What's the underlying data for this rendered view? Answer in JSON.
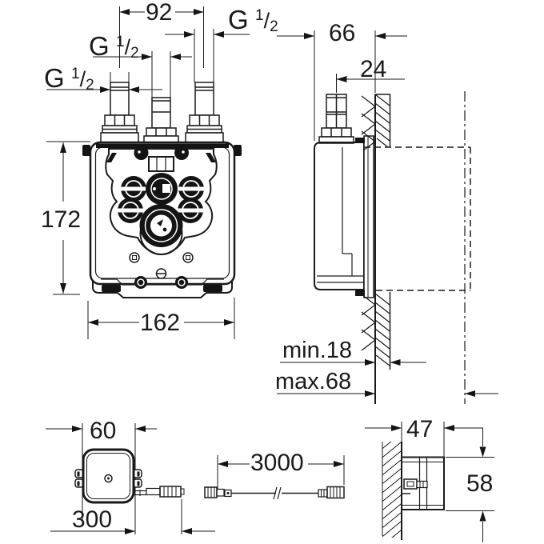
{
  "drawing": {
    "type": "technical-installation-drawing",
    "background": "#ffffff",
    "line_color": "#1a1a1a"
  },
  "front_view": {
    "thread_spacing": "92",
    "height": "172",
    "width": "162",
    "thread_size": {
      "g": "G",
      "numerator": "1",
      "slash": "/",
      "denominator": "2"
    }
  },
  "side_view": {
    "housing_depth": "66",
    "thread_protrusion": "24",
    "wall_min": "min.18",
    "wall_max": "max.68"
  },
  "control_box_front_view": {
    "width": "60",
    "cable_to_plug": "300"
  },
  "extension_cable": {
    "length": "3000"
  },
  "control_box_side_view": {
    "depth": "47",
    "height": "58"
  }
}
